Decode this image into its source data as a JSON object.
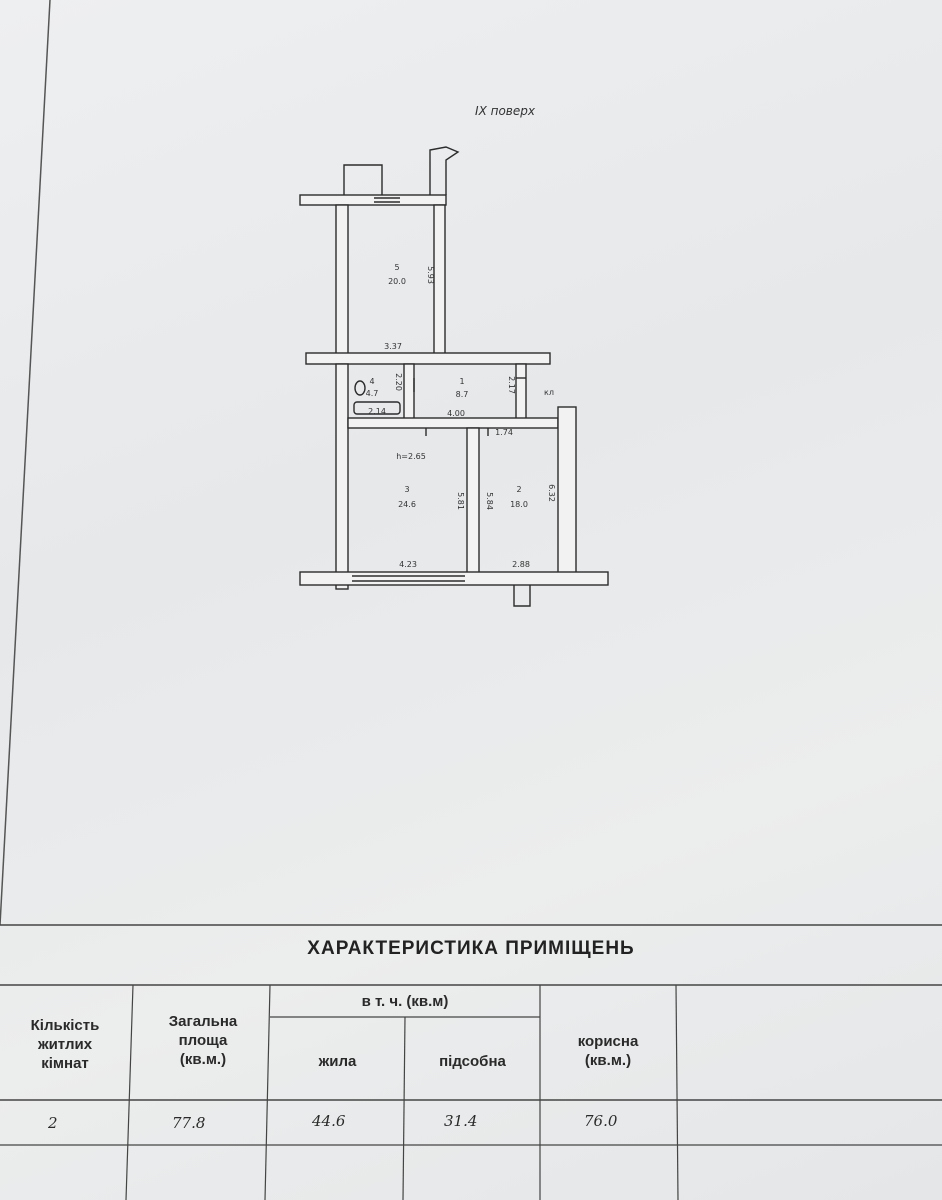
{
  "floor_label": "IX поверх",
  "plan": {
    "rooms": [
      {
        "number": "5",
        "area": "20.0"
      },
      {
        "number": "4",
        "area": "4.7"
      },
      {
        "number": "1",
        "area": "8.7"
      },
      {
        "number": "3",
        "area": "24.6"
      },
      {
        "number": "2",
        "area": "18.0"
      }
    ],
    "dimensions": [
      "5.93",
      "3.37",
      "2.20",
      "2.14",
      "2.17",
      "4.00",
      "1.74",
      "h=2.65",
      "5.81",
      "5.84",
      "6.32",
      "4.23",
      "2.88"
    ],
    "marks": {
      "kl": "кл"
    }
  },
  "table": {
    "title": "ХАРАКТЕРИСТИКА ПРИМІЩЕНЬ",
    "headers": {
      "rooms_count": [
        "Кількість",
        "житлих",
        "кімнат"
      ],
      "total_area": [
        "Загальна",
        "площа",
        "(кв.м.)"
      ],
      "including": "в т. ч. (кв.м)",
      "living": "жила",
      "auxiliary": "підсобна",
      "useful": [
        "корисна",
        "(кв.м.)"
      ]
    },
    "values": {
      "rooms_count": "2",
      "total_area": "77.8",
      "living": "44.6",
      "auxiliary": "31.4",
      "useful": "76.0"
    }
  }
}
